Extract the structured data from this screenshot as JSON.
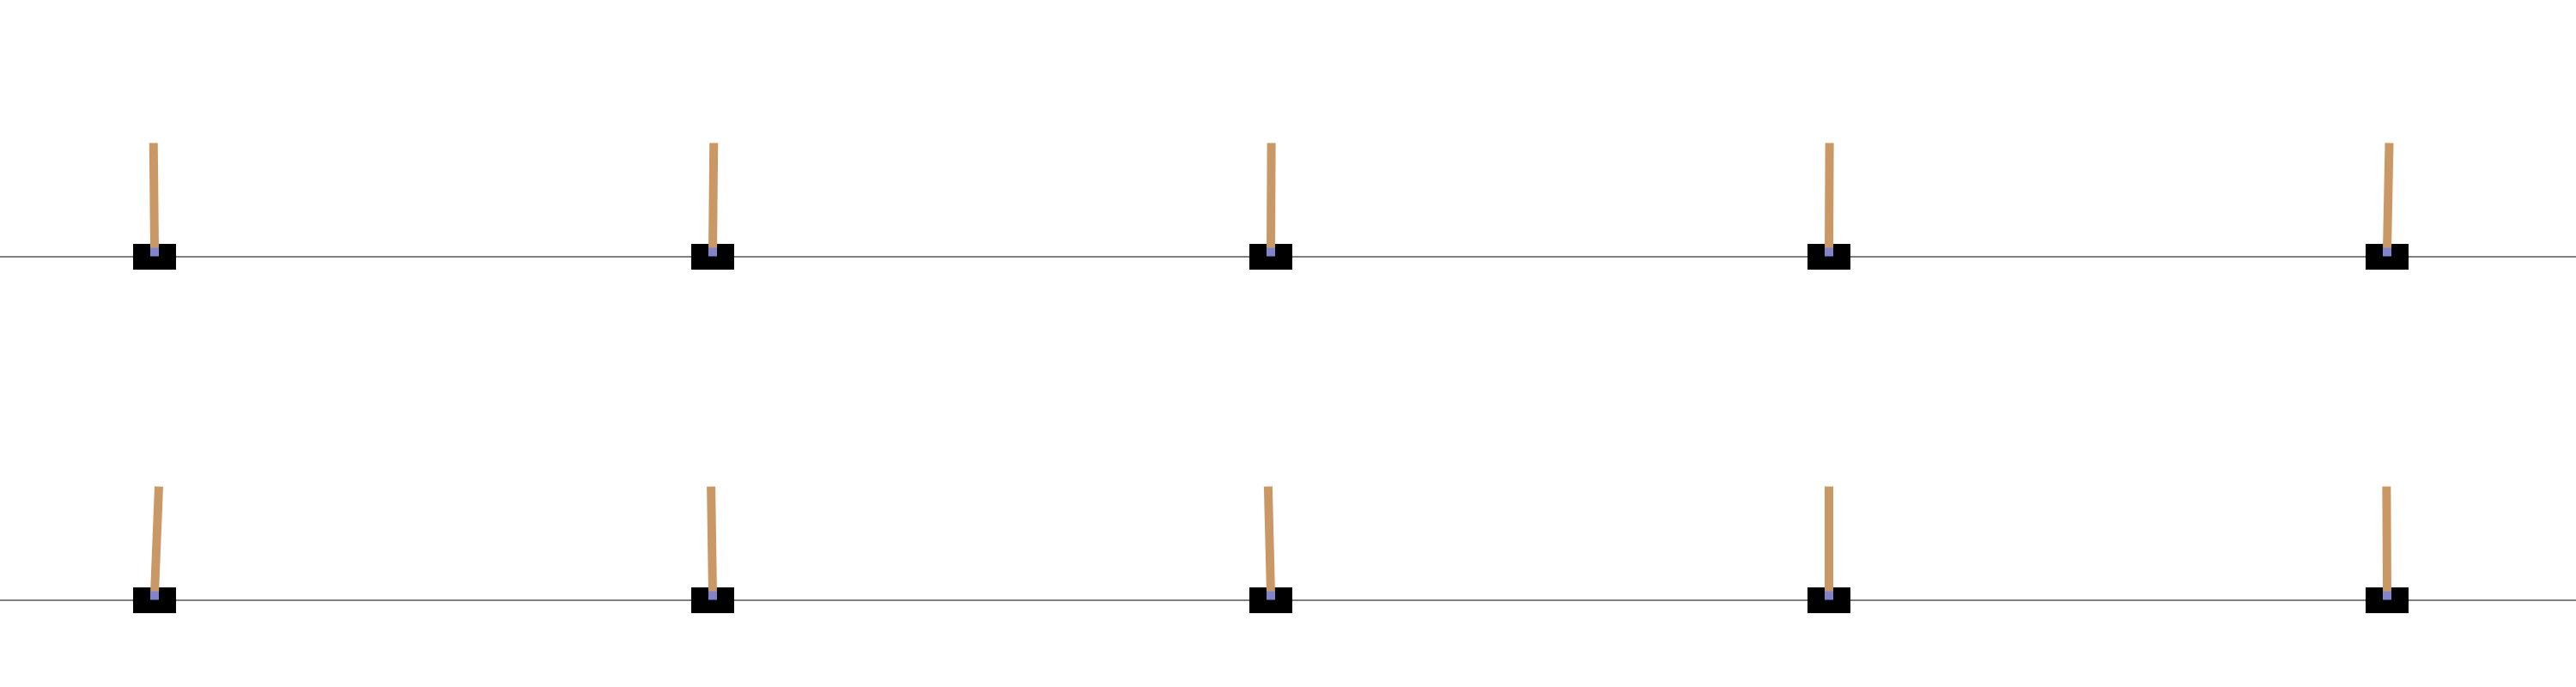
{
  "colors": {
    "background": "#ffffff",
    "track": "#000000",
    "cart": "#000000",
    "pole": "#ca9865",
    "axle": "#8184cb"
  },
  "environments": [
    {
      "row": 0,
      "col": 0,
      "cart_position": -2.4,
      "pole_angle": -0.01
    },
    {
      "row": 0,
      "col": 1,
      "cart_position": -1.4,
      "pole_angle": 0.01
    },
    {
      "row": 0,
      "col": 2,
      "cart_position": -0.4,
      "pole_angle": 0.005
    },
    {
      "row": 0,
      "col": 3,
      "cart_position": 0.6,
      "pole_angle": 0.005
    },
    {
      "row": 0,
      "col": 4,
      "cart_position": 1.6,
      "pole_angle": 0.02
    },
    {
      "row": 1,
      "col": 0,
      "cart_position": -2.4,
      "pole_angle": 0.04
    },
    {
      "row": 1,
      "col": 1,
      "cart_position": -1.4,
      "pole_angle": -0.015
    },
    {
      "row": 1,
      "col": 2,
      "cart_position": -0.4,
      "pole_angle": -0.025
    },
    {
      "row": 1,
      "col": 3,
      "cart_position": 0.6,
      "pole_angle": 0.0
    },
    {
      "row": 1,
      "col": 4,
      "cart_position": 1.6,
      "pole_angle": -0.005
    }
  ]
}
